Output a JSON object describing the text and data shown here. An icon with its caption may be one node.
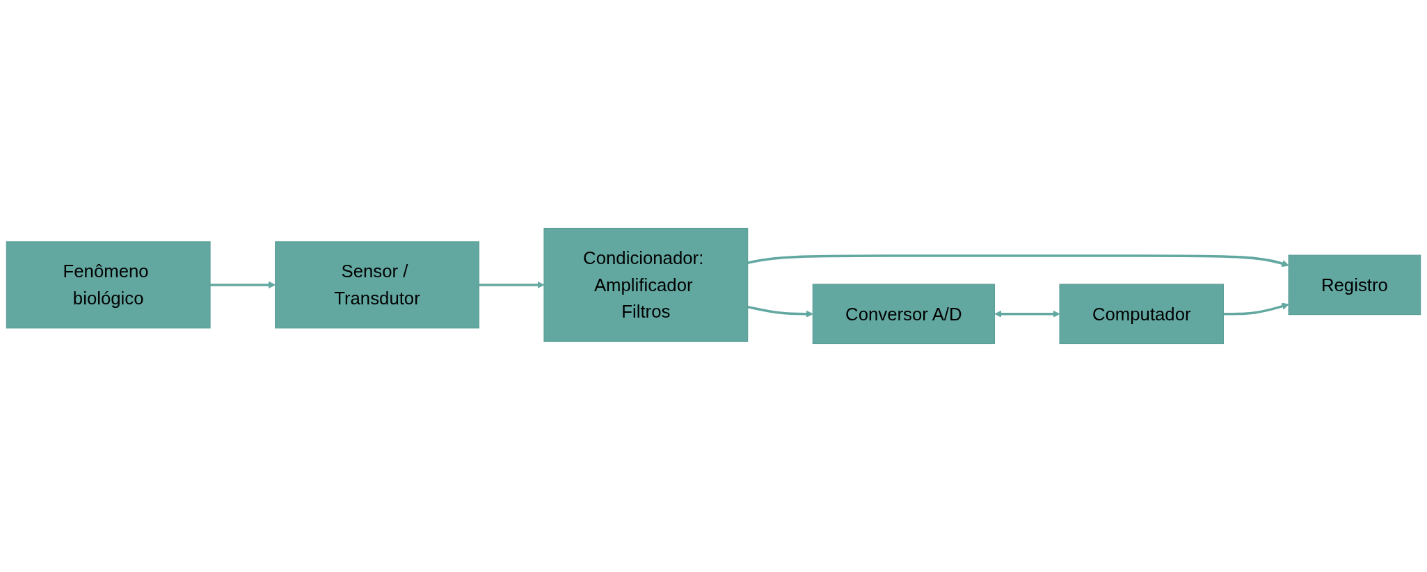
{
  "diagram": {
    "nodes": [
      {
        "text": [
          "Fenômeno biológico"
        ]
      },
      {
        "text": [
          "Sensor / Transdutor"
        ]
      },
      {
        "text": [
          "Condicionador: Amplificador Filtros"
        ]
      },
      {
        "text": [
          "Conversor A/D"
        ]
      },
      {
        "text": [
          "Registro"
        ]
      },
      {
        "text": [
          "Computador"
        ]
      }
    ],
    "edges": [
      {
        "from": 0,
        "to": 1,
        "arrow": "to"
      },
      {
        "from": 1,
        "to": 2,
        "arrow": "to"
      },
      {
        "from": 2,
        "to": 3,
        "arrow": "to"
      },
      {
        "from": 2,
        "to": 4,
        "arrow": "to"
      },
      {
        "from": 3,
        "to": 5,
        "arrow": "both"
      },
      {
        "from": 5,
        "to": 4,
        "arrow": "to"
      }
    ]
  }
}
